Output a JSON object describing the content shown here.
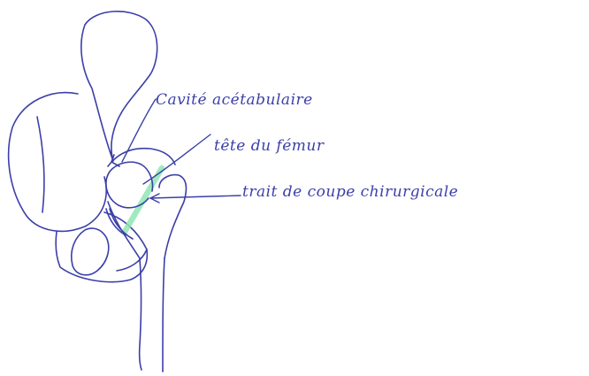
{
  "labels": {
    "acetabulum": "Cavité acétabulaire",
    "femoral_head": "tête du fémur",
    "surgical_cut": "trait de coupe chirurgicale"
  },
  "colors": {
    "paper": "#ffffff",
    "ink": "#3b3fa8",
    "highlighter": "#8fe6b4"
  }
}
